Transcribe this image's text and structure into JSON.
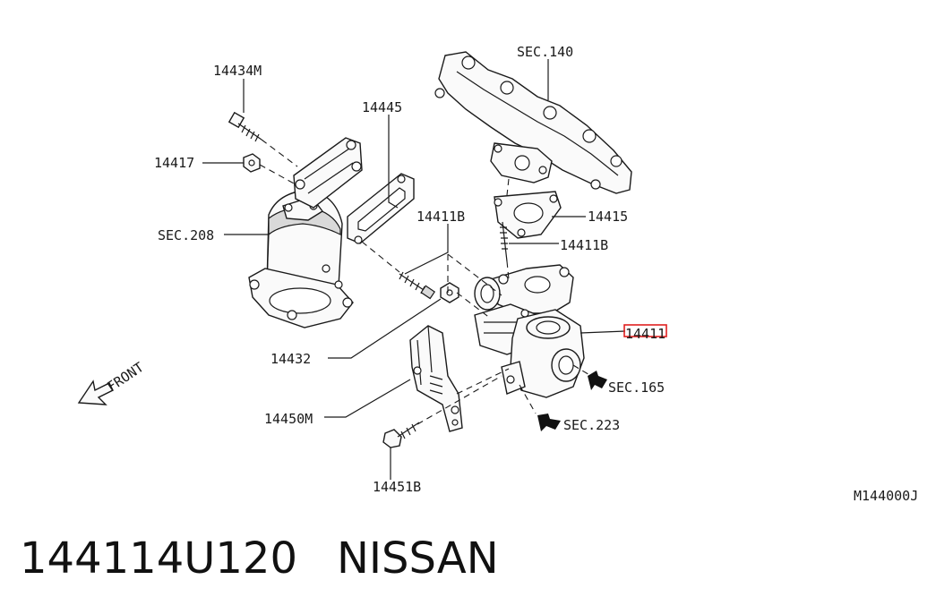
{
  "labels": {
    "sec140": "SEC.140",
    "p14434m": "14434M",
    "p14445": "14445",
    "p14417": "14417",
    "p14411b_a": "14411B",
    "p14415": "14415",
    "p14411b_b": "14411B",
    "sec208": "SEC.208",
    "p14411": "14411",
    "p14432": "14432",
    "sec165": "SEC.165",
    "p14450m": "14450M",
    "sec223": "SEC.223",
    "p14451b": "14451B",
    "front": "FRONT",
    "diagram_code": "M144000J"
  },
  "colors": {
    "highlight": "#e02020",
    "ink": "#1a1a1a"
  },
  "footer": {
    "part_number": "144114U120",
    "brand": "NISSAN"
  }
}
